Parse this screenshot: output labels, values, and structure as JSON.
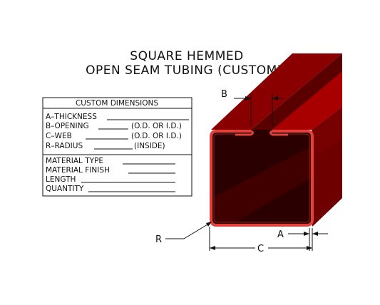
{
  "title": {
    "line1": "SQUARE HEMMED",
    "line2": "OPEN SEAM TUBING (CUSTOM)"
  },
  "dimension_box": {
    "header": "CUSTOM DIMENSIONS",
    "rows": [
      {
        "label": "A–THICKNESS",
        "note": ""
      },
      {
        "label": "B–OPENING",
        "note": "(O.D. OR I.D.)"
      },
      {
        "label": "C–WEB",
        "note": "(O.D. OR I.D.)"
      },
      {
        "label": "R–RADIUS",
        "note": "(INSIDE)"
      }
    ],
    "material_rows": [
      {
        "label": "MATERIAL TYPE"
      },
      {
        "label": "MATERIAL FINISH"
      },
      {
        "label": "LENGTH"
      },
      {
        "label": "QUANTITY"
      }
    ]
  },
  "callouts": {
    "b": "B",
    "a": "A",
    "c": "C",
    "r": "R"
  },
  "colors": {
    "tube_front": "#2a0000",
    "tube_side_dark": "#7a0000",
    "tube_side_light": "#b30000",
    "tube_wall": "#e0423b",
    "line": "#111111"
  }
}
